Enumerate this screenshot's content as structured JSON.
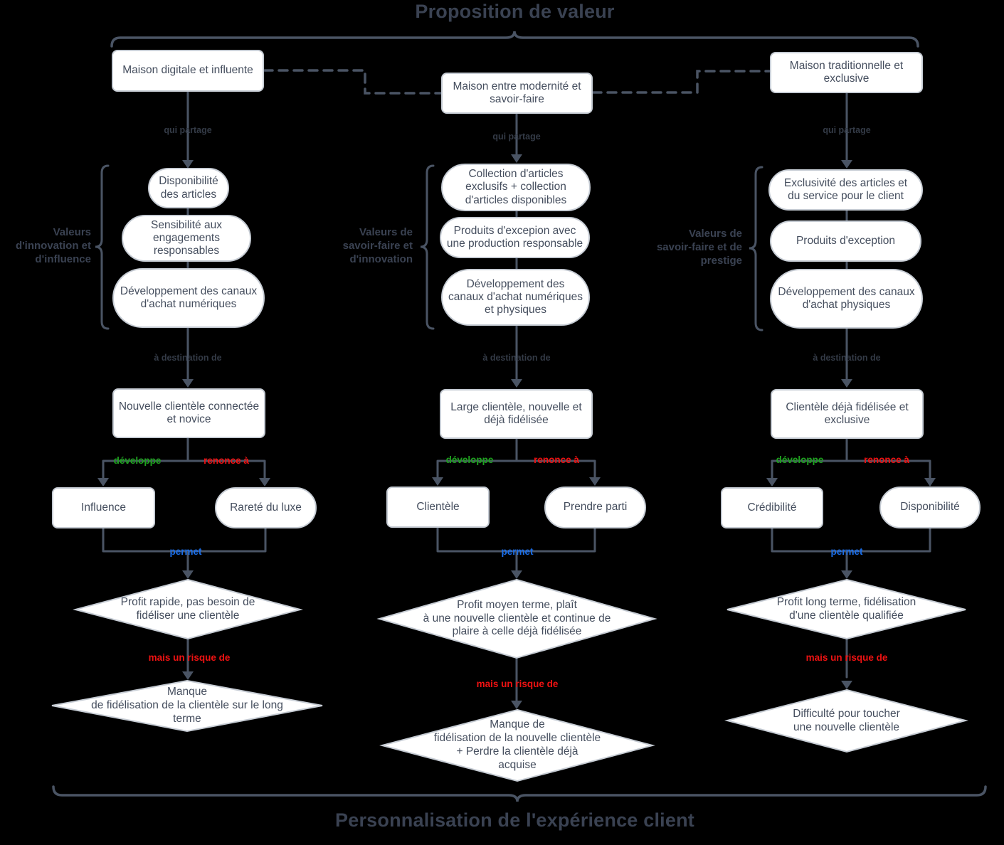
{
  "title": "Proposition de valeur",
  "bottom_title": "Personnalisation de l'expérience client",
  "colors": {
    "background": "#000000",
    "node_fill": "#ffffff",
    "node_border": "#c6ccd4",
    "node_text": "#454e5e",
    "title_text": "#3a4252",
    "line": "#4a5464",
    "muted_label": "#343b47",
    "develop": "#1ea11e",
    "renounce": "#ee1212",
    "permet": "#1b6ee8",
    "risk": "#ee1212"
  },
  "columns": [
    {
      "house": "Maison digitale et influente",
      "qui_partage": "qui partage",
      "values_group_label": "Valeurs\nd'innovation et\nd'influence",
      "values": [
        "Disponibilité\ndes articles",
        "Sensibilité aux\nengagements\nresponsables",
        "Développement des canaux\nd'achat numériques"
      ],
      "a_destination": "à destination de",
      "audience": "Nouvelle clientèle connectée\net novice",
      "develop_label": "développe",
      "develop_value": "Influence",
      "renounce_label": "renonce à",
      "renounce_value": "Rareté du luxe",
      "permet_label": "permet",
      "benefit": "Profit rapide, pas besoin de\nfidéliser une clientèle",
      "risk_label": "mais un risque de",
      "risk": "Manque\nde fidélisation de la clientèle sur le long\nterme"
    },
    {
      "house": "Maison entre modernité et\nsavoir-faire",
      "qui_partage": "qui partage",
      "values_group_label": "Valeurs de\nsavoir-faire et\nd'innovation",
      "values": [
        "Collection d'articles\nexclusifs + collection\nd'articles disponibles",
        "Produits d'excepion avec\nune production responsable",
        "Développement des\ncanaux d'achat numériques\net physiques"
      ],
      "a_destination": "à destination de",
      "audience": "Large clientèle, nouvelle et\ndéjà fidélisée",
      "develop_label": "développe",
      "develop_value": "Clientèle",
      "renounce_label": "renonce à",
      "renounce_value": "Prendre parti",
      "permet_label": "permet",
      "benefit": "Profit moyen terme, plaît\nà une nouvelle clientèle et continue de\nplaire à celle déjà fidélisée",
      "risk_label": "mais un risque de",
      "risk": "Manque de\nfidélisation de la nouvelle clientèle\n+ Perdre la clientèle déjà\nacquise"
    },
    {
      "house": "Maison traditionnelle et\nexclusive",
      "qui_partage": "qui partage",
      "values_group_label": "Valeurs de\nsavoir-faire et de\nprestige",
      "values": [
        "Exclusivité des articles et\ndu service pour le client",
        "Produits d'exception",
        "Développement des canaux\nd'achat physiques"
      ],
      "a_destination": "à destination de",
      "audience": "Clientèle déjà fidélisée et\nexclusive",
      "develop_label": "développe",
      "develop_value": "Crédibilité",
      "renounce_label": "renonce à",
      "renounce_value": "Disponibilité",
      "permet_label": "permet",
      "benefit": "Profit long terme, fidélisation\nd'une clientèle qualifiée",
      "risk_label": "mais un risque de",
      "risk": "Difficulté pour toucher\nune nouvelle clientèle"
    }
  ]
}
